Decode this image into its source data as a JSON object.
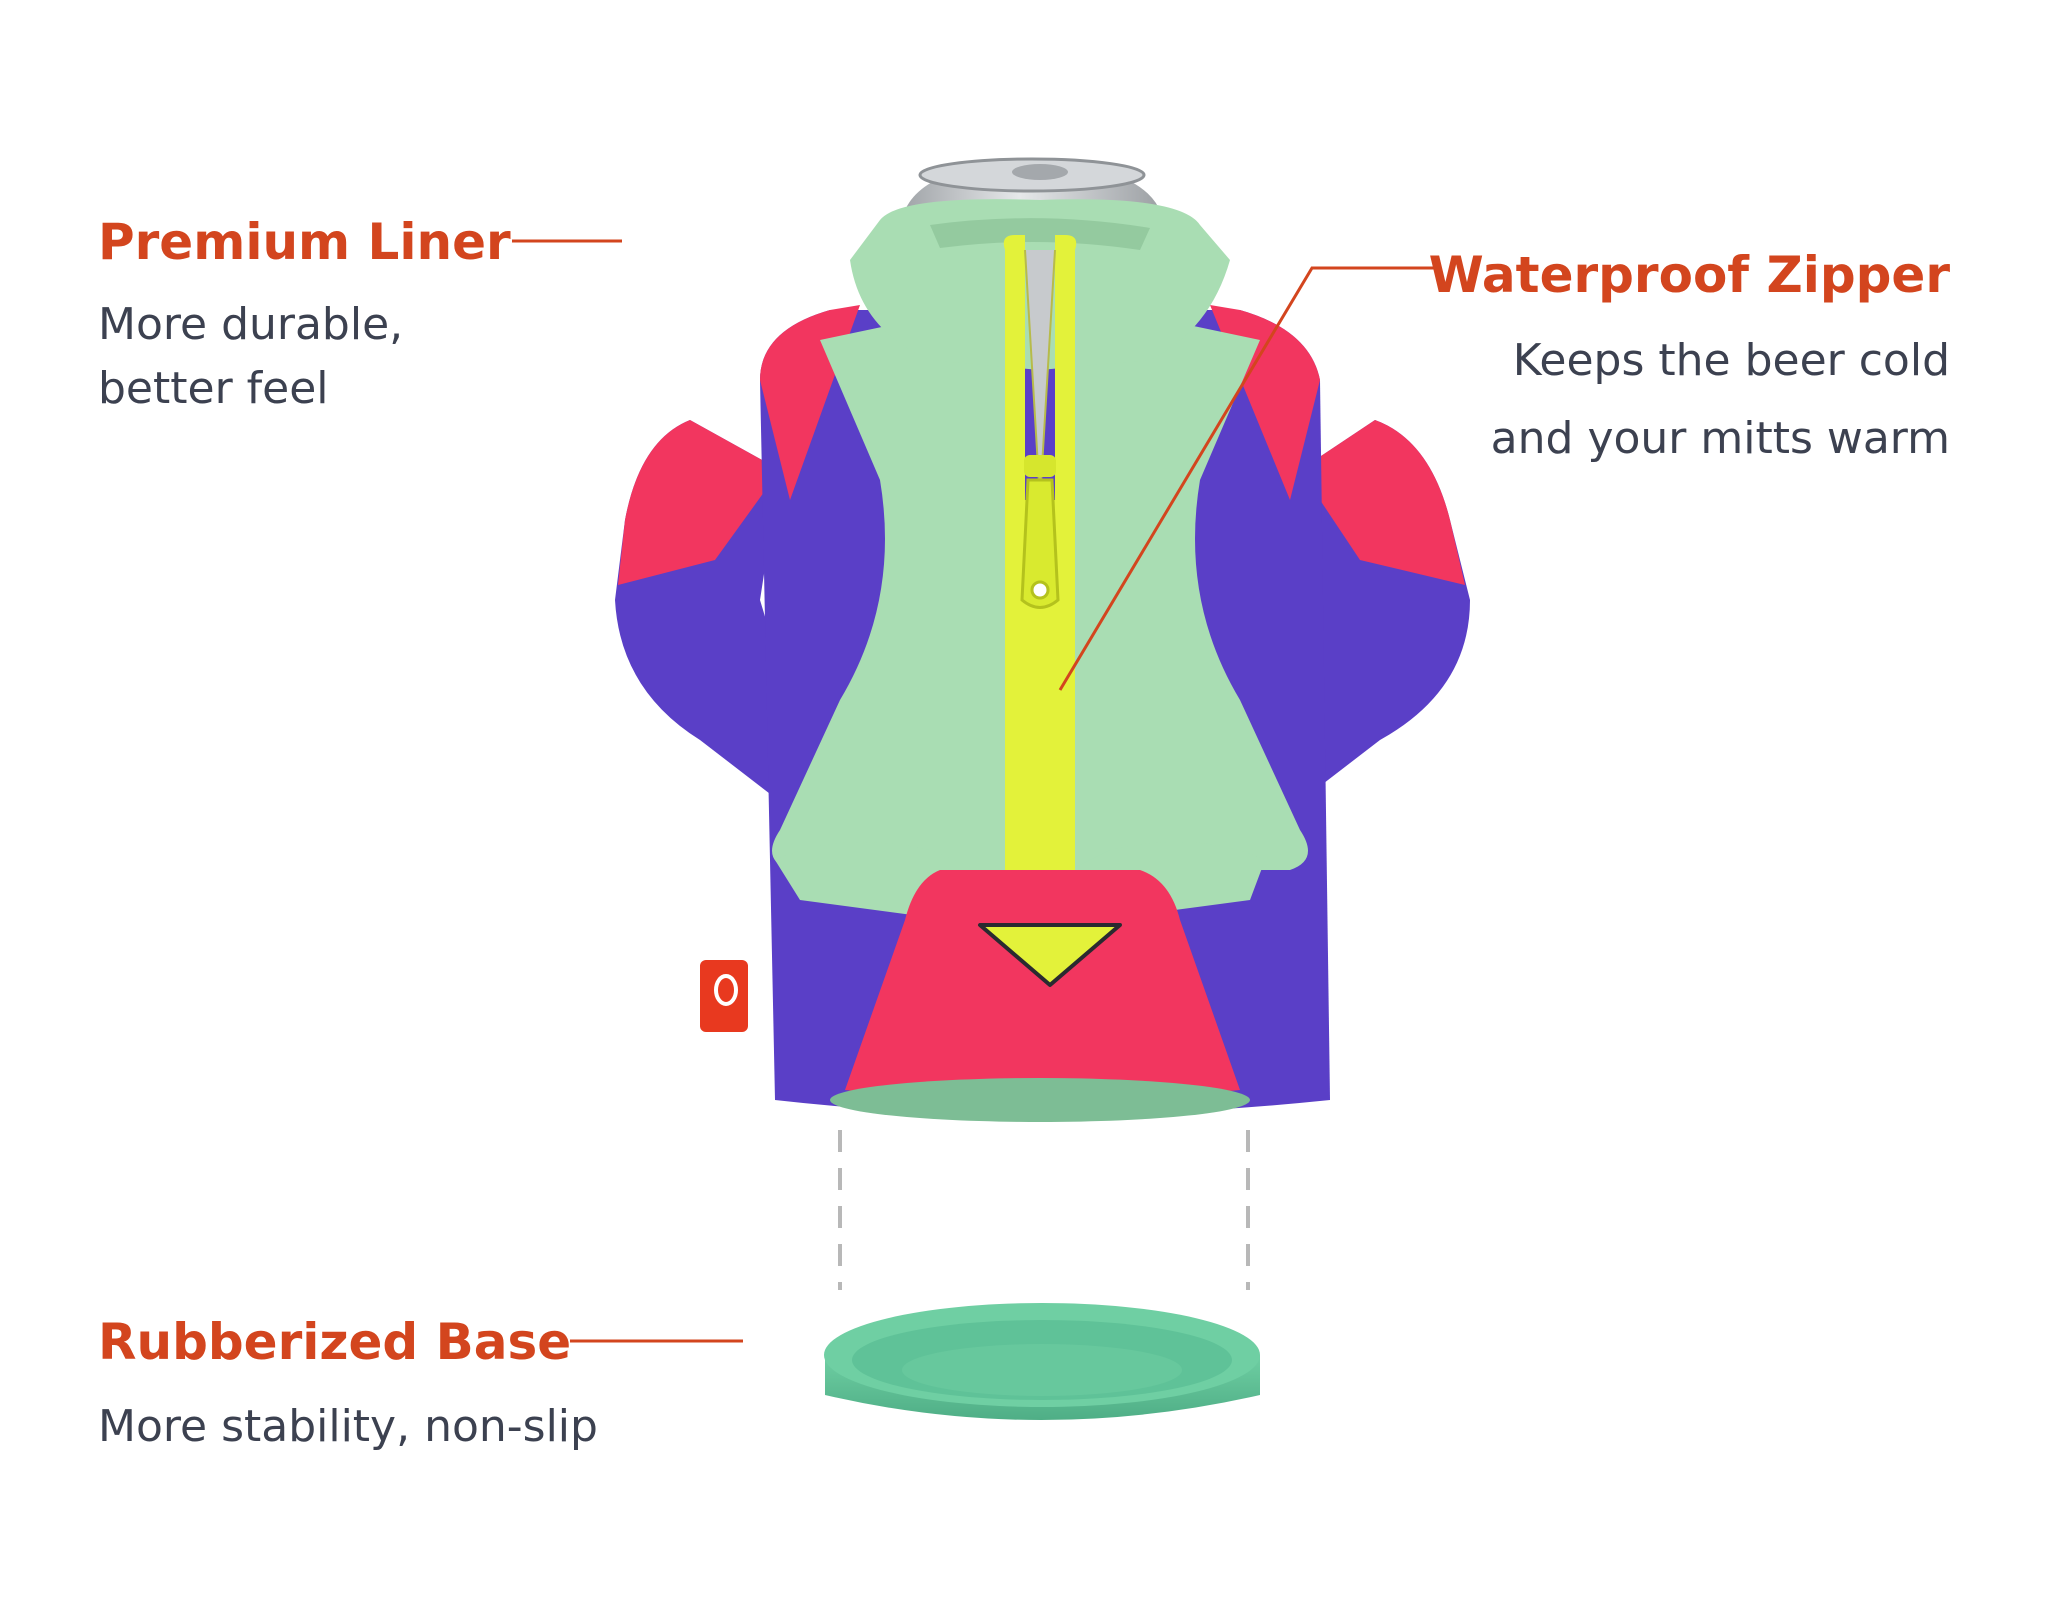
{
  "features": {
    "liner": {
      "title": "Premium Liner",
      "desc_lines": [
        "More durable,",
        "better feel"
      ]
    },
    "zipper": {
      "title": "Waterproof Zipper",
      "desc_lines": [
        "Keeps the beer cold",
        "and your mitts warm"
      ]
    },
    "base": {
      "title": "Rubberized Base",
      "desc_lines": [
        "More stability, non-slip"
      ]
    }
  },
  "colors": {
    "accent": "#d3451e",
    "text": "#3c4150",
    "mint": "#a9ddb3",
    "purple": "#5a3fc7",
    "pink": "#f2365f",
    "zipper": "#e3f23a",
    "base_green": "#5fc298",
    "can_silver": "#c7cacd"
  },
  "icons": [
    "tag-logo-icon"
  ]
}
